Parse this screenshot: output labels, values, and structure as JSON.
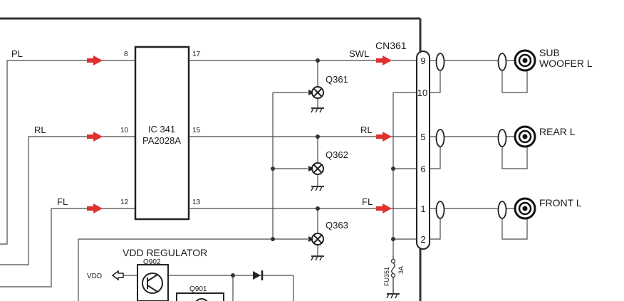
{
  "nets": {
    "pl": "PL",
    "rl": "RL",
    "fl": "FL",
    "swl": "SWL",
    "rl_out": "RL",
    "fl_out": "FL",
    "vdd": "VDD"
  },
  "ic": {
    "ref": "IC 341",
    "part": "PA2028A",
    "pins": {
      "in_top": "8",
      "in_mid": "10",
      "in_bot": "12",
      "out_top": "17",
      "out_mid": "15",
      "out_bot": "13"
    }
  },
  "transistors": {
    "q361": "Q361",
    "q362": "Q362",
    "q363": "Q363",
    "q902": "Q902",
    "q901": "Q901"
  },
  "connector": {
    "ref": "CN361",
    "pins": {
      "p9": "9",
      "p10": "10",
      "p5": "5",
      "p6": "6",
      "p1": "1",
      "p2": "2"
    }
  },
  "jacks": {
    "sub_line1": "SUB",
    "sub_line2": "WOOFER L",
    "rear": "REAR L",
    "front": "FRONT L"
  },
  "regulator": {
    "title": "VDD REGULATOR"
  },
  "fuse": {
    "ref": "FU351",
    "rating": "3A"
  },
  "colors": {
    "wire": "#4a4a4a",
    "arrow": "#e03030",
    "frame": "#333333"
  }
}
